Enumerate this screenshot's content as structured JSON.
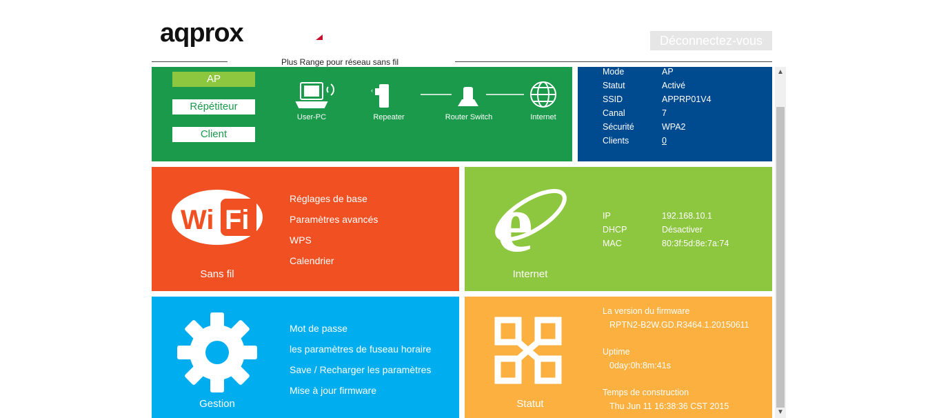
{
  "header": {
    "logo_text": "aqprox",
    "logout_label": "Déconnectez-vous",
    "subtitle": "Plus Range pour réseau sans fil"
  },
  "mode_panel": {
    "buttons": [
      {
        "label": "AP",
        "active": true
      },
      {
        "label": "Répétiteur",
        "active": false
      },
      {
        "label": "Client",
        "active": false
      }
    ],
    "diagram_labels": [
      "User-PC",
      "Repeater",
      "Router Switch",
      "Internet"
    ]
  },
  "status_panel": {
    "rows": [
      {
        "key": "Mode",
        "value": "AP"
      },
      {
        "key": "Statut",
        "value": "Activé"
      },
      {
        "key": "SSID",
        "value": "APPRP01V4"
      },
      {
        "key": "Canal",
        "value": "7"
      },
      {
        "key": "Sécurité",
        "value": "WPA2"
      },
      {
        "key": "Clients",
        "value": "0"
      }
    ]
  },
  "wireless_tile": {
    "caption": "Sans fil",
    "links": [
      "Réglages de base",
      "Paramètres avancés",
      "WPS",
      "Calendrier"
    ]
  },
  "internet_tile": {
    "caption": "Internet",
    "rows": [
      {
        "key": "IP",
        "value": "192.168.10.1"
      },
      {
        "key": "DHCP",
        "value": "Désactiver"
      },
      {
        "key": "MAC",
        "value": "80:3f:5d:8e:7a:74"
      }
    ]
  },
  "management_tile": {
    "caption": "Gestion",
    "links": [
      "Mot de passe",
      "les paramètres de fuseau horaire",
      "Save / Recharger les paramètres",
      "Mise à jour firmware"
    ]
  },
  "status_tile": {
    "caption": "Statut",
    "firmware_label": "La version du firmware",
    "firmware_value": "RPTN2-B2W.GD.R3464.1.20150611",
    "uptime_label": "Uptime",
    "uptime_value": "0day:0h:8m:41s",
    "build_label": "Temps de construction",
    "build_value": "Thu Jun 11 16:38:36 CST 2015"
  },
  "colors": {
    "green": "#1a9a4a",
    "blue": "#004a8f",
    "red": "#f05022",
    "lime": "#8dc63f",
    "cyan": "#00aeef",
    "orange": "#fbb040"
  }
}
